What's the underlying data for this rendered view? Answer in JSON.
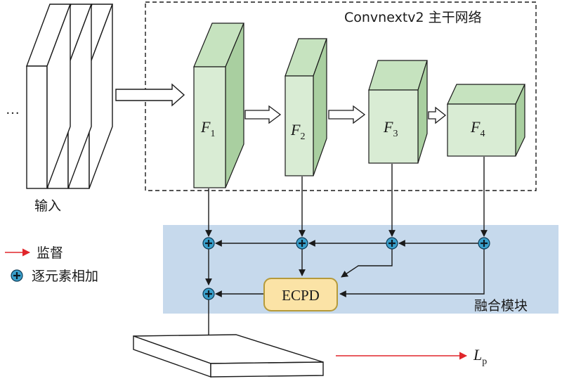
{
  "backbone": {
    "title": "Convnextv2 主干网络"
  },
  "input": {
    "label": "输入",
    "ellipsis": "…"
  },
  "features": [
    {
      "letter": "F",
      "sub": "1"
    },
    {
      "letter": "F",
      "sub": "2"
    },
    {
      "letter": "F",
      "sub": "3"
    },
    {
      "letter": "F",
      "sub": "4"
    }
  ],
  "fusion": {
    "label": "融合模块",
    "ecpd_label": "ECPD"
  },
  "legend": {
    "supervision": "监督",
    "element_add": "逐元素相加"
  },
  "loss": {
    "letter": "L",
    "sub": "p"
  },
  "colors": {
    "cube_face": "#d9ecd4",
    "cube_top": "#c6e3bf",
    "cube_side": "#a9cfa0",
    "fusion_bg": "#c6d9ec",
    "ecpd_fill": "#fbe3a6",
    "ecpd_stroke": "#b59a3a",
    "add_node": "#3aa0cc",
    "supervision": "#e0262b"
  }
}
